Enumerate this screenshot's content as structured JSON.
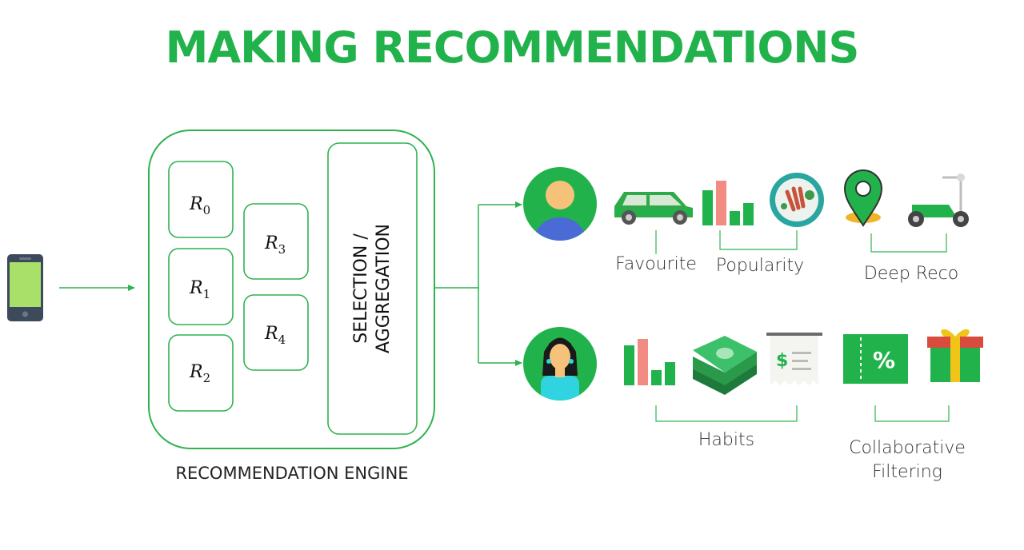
{
  "title": "MAKING RECOMMENDATIONS",
  "engine": {
    "label": "RECOMMENDATION ENGINE",
    "aggregator_line1": "SELECTION /",
    "aggregator_line2": "AGGREGATION",
    "recommenders": [
      {
        "base": "R",
        "sub": "0"
      },
      {
        "base": "R",
        "sub": "1"
      },
      {
        "base": "R",
        "sub": "2"
      },
      {
        "base": "R",
        "sub": "3"
      },
      {
        "base": "R",
        "sub": "4"
      }
    ]
  },
  "users": {
    "user1": {
      "labels": [
        "Favourite",
        "Popularity",
        "Deep Reco"
      ],
      "icons": [
        "car-icon",
        "bar-chart-icon",
        "food-plate-icon",
        "map-pin-icon",
        "scooter-icon"
      ]
    },
    "user2": {
      "labels": [
        "Habits",
        "Collaborative",
        "Filtering"
      ],
      "icons": [
        "bar-chart-icon",
        "cash-stack-icon",
        "receipt-icon",
        "coupon-icon",
        "gift-icon"
      ]
    }
  },
  "colors": {
    "green": "#22b24c",
    "line": "#2fb34f",
    "salmon": "#f28b82",
    "avatar_blue": "#4a6bd6",
    "skin": "#f6c27a",
    "cyan": "#2fd4e0"
  }
}
